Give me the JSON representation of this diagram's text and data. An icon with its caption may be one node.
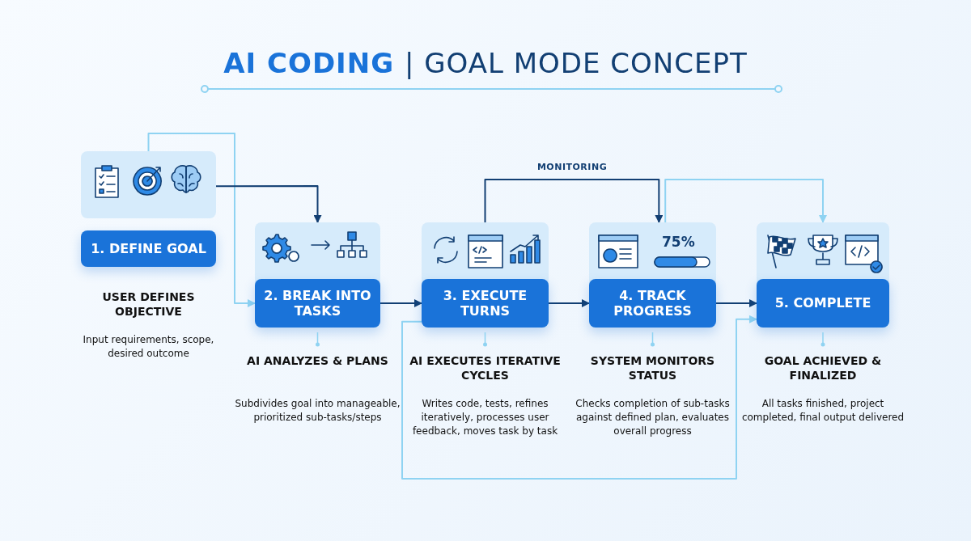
{
  "diagram": {
    "title": "AI CODING | GOAL MODE CONCEPT",
    "nodes": [
      {
        "text": [],
        "shape": "box"
      },
      {
        "text": [
          "1. DEFINE GOAL"
        ],
        "beside": [
          "USER DEFINES OBJECTIVE",
          "Input requirements, scope, desired outcome"
        ]
      },
      {
        "text": [],
        "shape": "box"
      },
      {
        "text": [
          "2. BREAK INTO TASKS"
        ],
        "in": 2,
        "beside": [
          "AI ANALYZES & PLANS",
          "Subdivides goal into manageable, prioritized sub-tasks/steps"
        ]
      },
      {
        "text": [],
        "shape": "box"
      },
      {
        "text": [
          "3. EXECUTE TURNS"
        ],
        "in": 4,
        "beside": [
          "AI EXECUTES ITERATIVE CYCLES",
          "Writes code, tests, refines iteratively, processes user feedback, moves task by task"
        ]
      },
      {
        "text": [
          "75%"
        ]
      },
      {
        "text": [
          "4. TRACK PROGRESS"
        ],
        "in": 6,
        "beside": [
          "SYSTEM MONITORS STATUS",
          "Checks completion of sub-tasks against defined plan, evaluates overall progress"
        ]
      },
      {
        "text": [],
        "shape": "box"
      },
      {
        "text": [
          "5. COMPLETE"
        ],
        "in": 8,
        "beside": [
          "GOAL ACHIEVED & FINALIZED",
          "All tasks finished, project completed, final output delivered"
        ]
      }
    ],
    "edges": [
      {
        "from": 0,
        "to": 3,
        "arrow": "to",
        "color": "#8fd3f2"
      },
      {
        "from": 0,
        "to": 2,
        "arrow": "to"
      },
      {
        "from": 3,
        "to": 5,
        "arrow": "to"
      },
      {
        "from": 5,
        "to": 7,
        "arrow": "to"
      },
      {
        "from": 7,
        "to": 9,
        "arrow": "to"
      },
      {
        "from": 4,
        "to": 6,
        "arrow": "to",
        "label": "MONITORING"
      },
      {
        "from": 6,
        "to": 8,
        "arrow": "to",
        "color": "#8fd3f2"
      },
      {
        "from": 5,
        "to": 9,
        "arrow": "to",
        "color": "#8fd3f2"
      }
    ]
  }
}
